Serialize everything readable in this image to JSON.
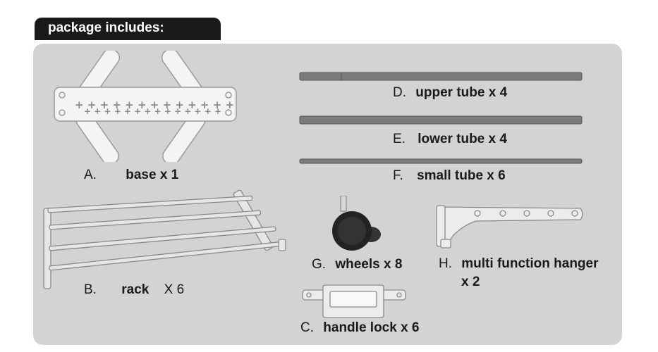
{
  "header": {
    "title": "package includes:"
  },
  "items": [
    {
      "letter": "A.",
      "name": "base x 1"
    },
    {
      "letter": "B.",
      "name": "rack",
      "qty": "X 6"
    },
    {
      "letter": "C.",
      "name": "handle lock x 6"
    },
    {
      "letter": "D.",
      "name": "upper tube x 4"
    },
    {
      "letter": "E.",
      "name": "lower tube x 4"
    },
    {
      "letter": "F.",
      "name": "small tube x 6"
    },
    {
      "letter": "G.",
      "name": "wheels x 8"
    },
    {
      "letter": "H.",
      "name": "multi function hanger",
      "name2": "x 2"
    }
  ]
}
